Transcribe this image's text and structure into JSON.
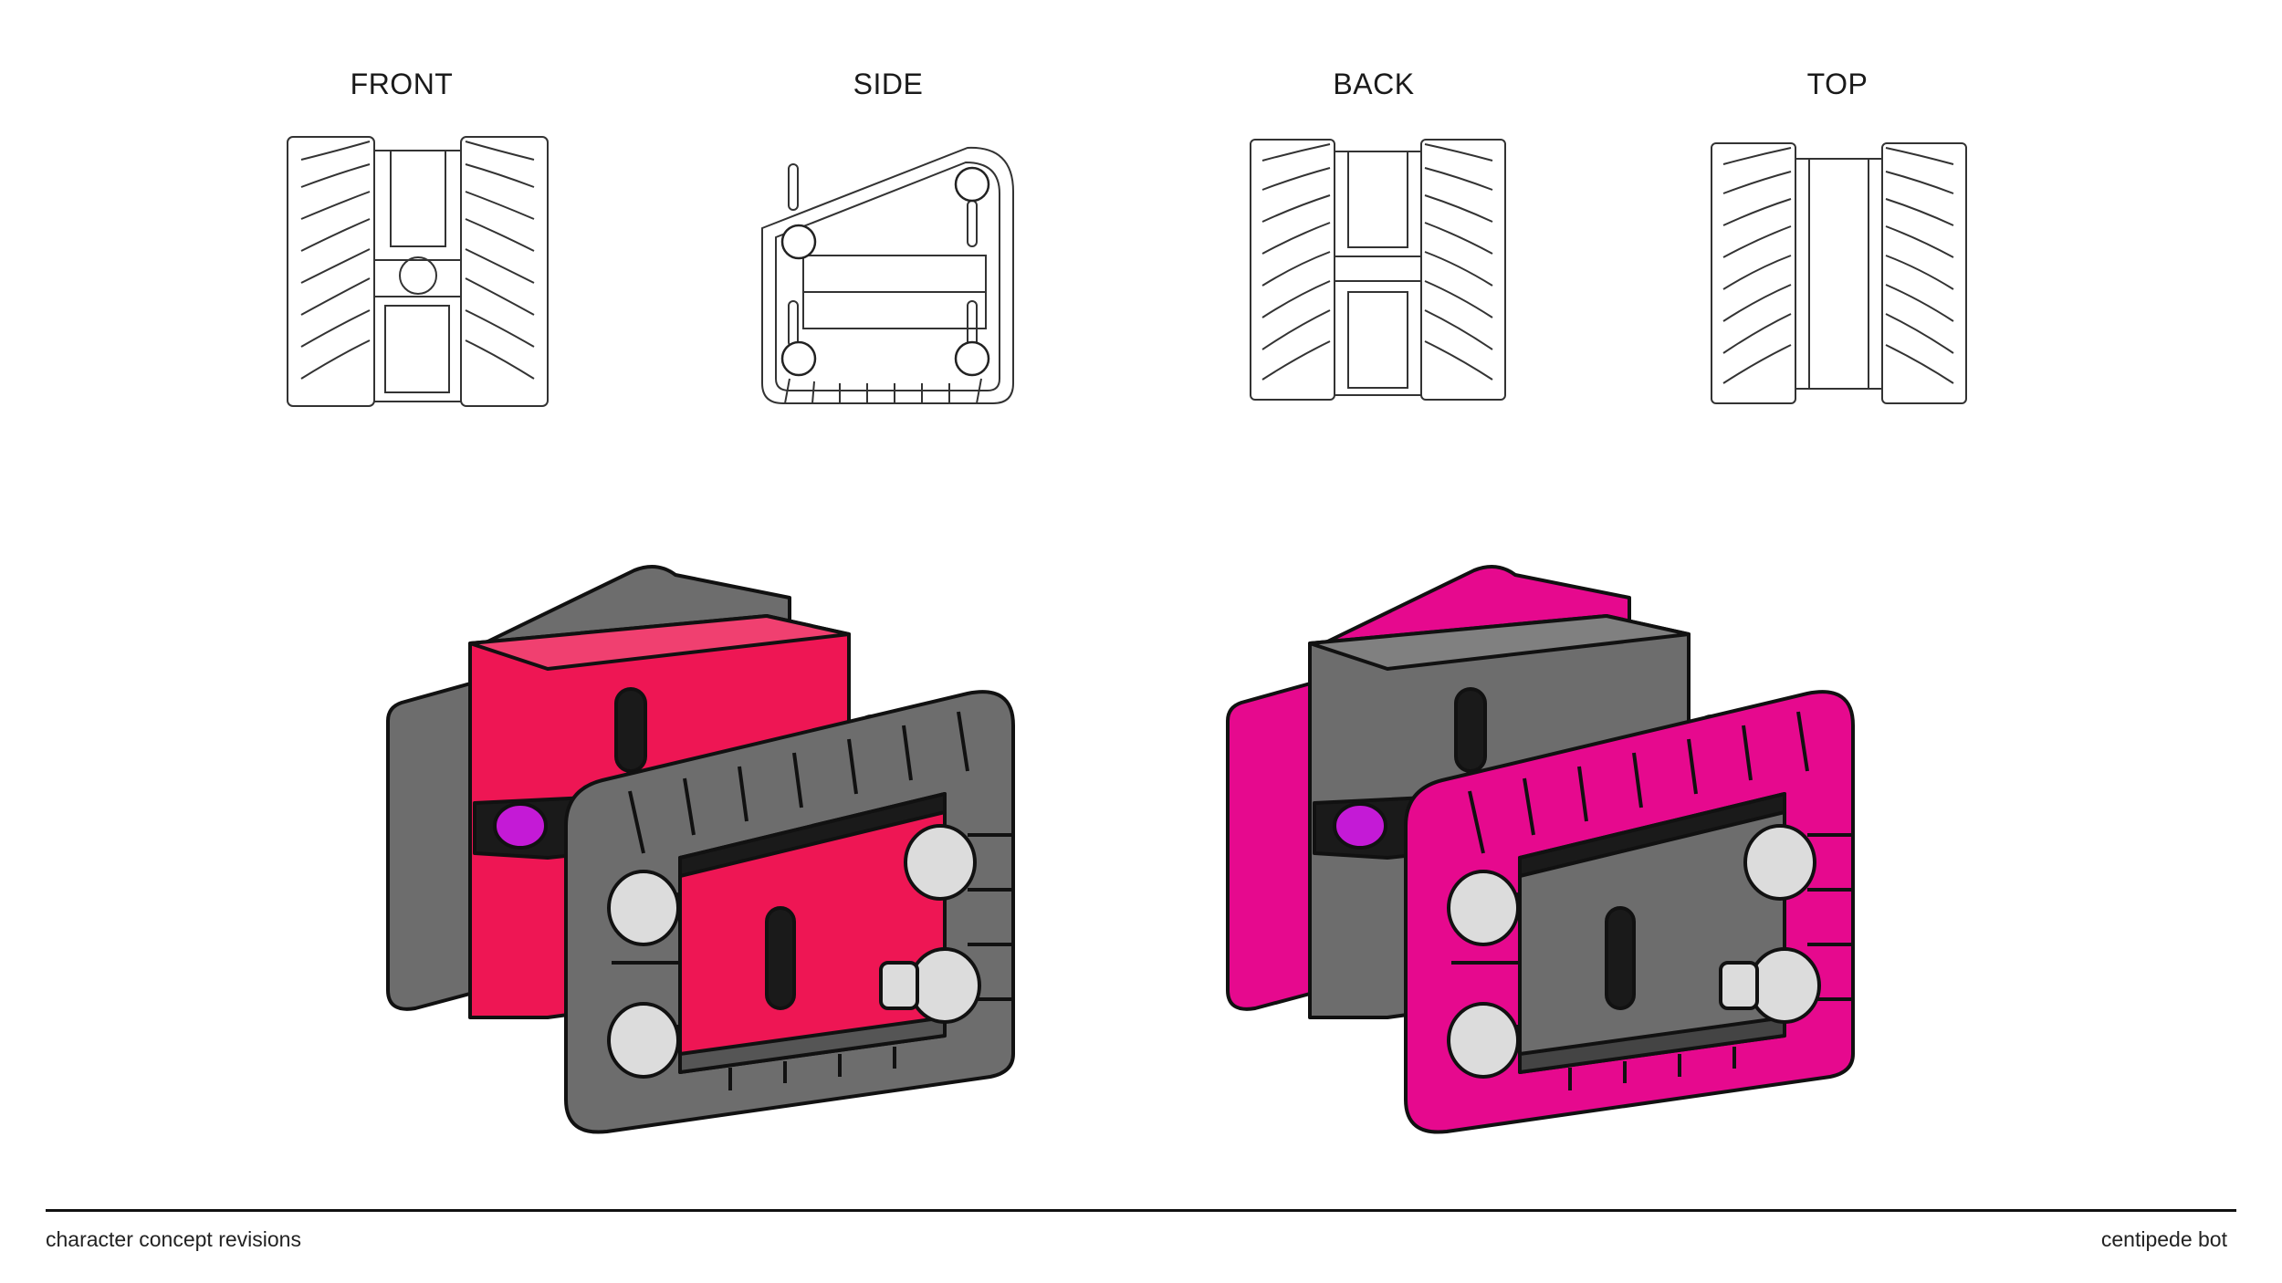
{
  "views": [
    {
      "key": "front",
      "label": "FRONT"
    },
    {
      "key": "side",
      "label": "SIDE"
    },
    {
      "key": "back",
      "label": "BACK"
    },
    {
      "key": "top",
      "label": "TOP"
    }
  ],
  "renders": [
    {
      "key": "variant-a",
      "body_color": "#ee1654",
      "track_color": "#6d6d6d",
      "eye_color": "#c41ad6"
    },
    {
      "key": "variant-b",
      "body_color": "#6d6d6d",
      "track_color": "#e6098e",
      "eye_color": "#c41ad6"
    }
  ],
  "footer": {
    "left": "character concept revisions",
    "right": "centipede bot"
  }
}
